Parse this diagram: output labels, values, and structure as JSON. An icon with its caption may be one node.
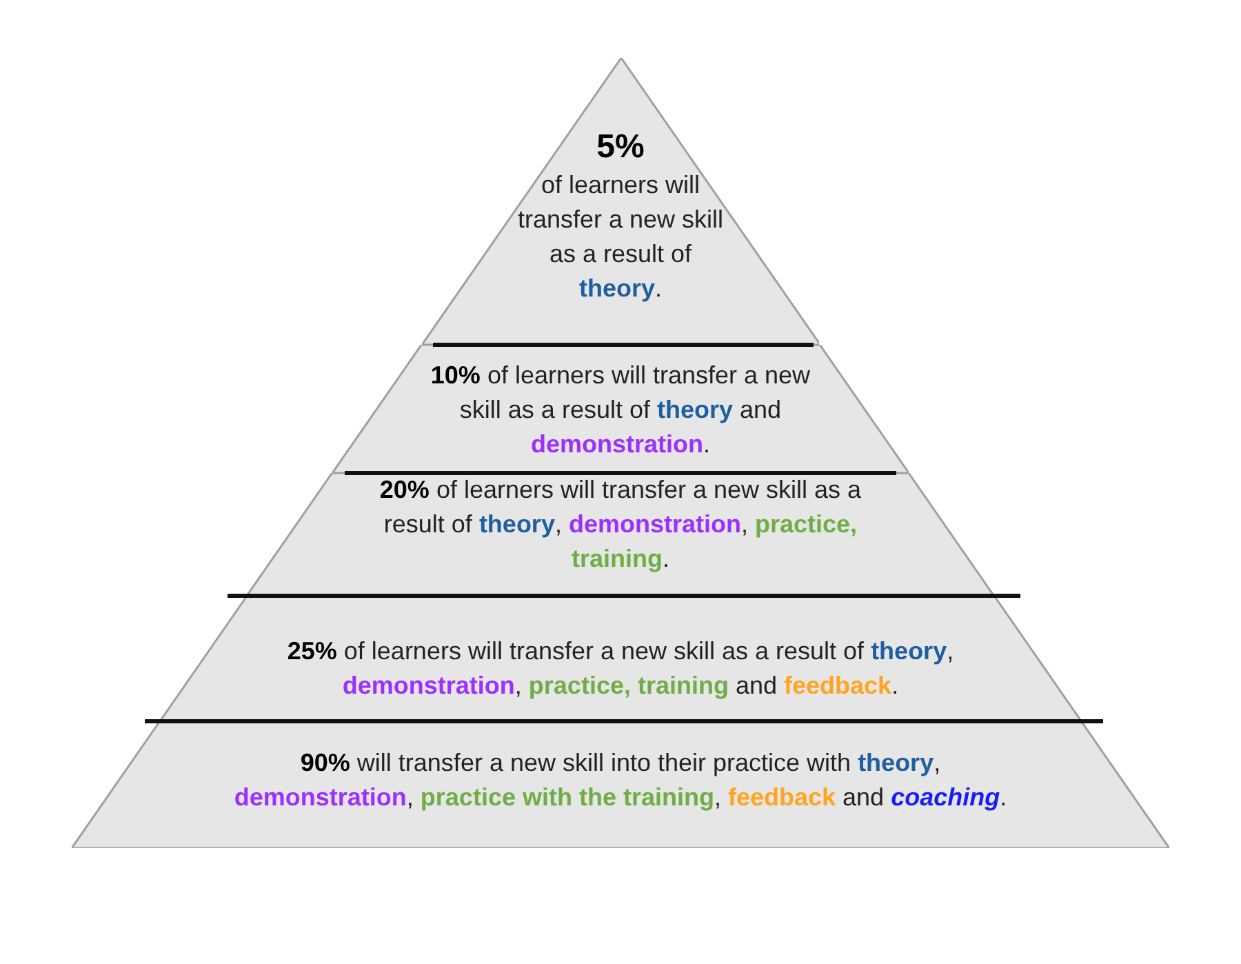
{
  "diagram": {
    "nodes": [
      {
        "text": [
          "**5%** of learners will transfer a new skill as a result of **theory**."
        ]
      },
      {
        "text": [
          "**10%** of learners will transfer a new skill as a result of **theory** and **demonstration**."
        ]
      },
      {
        "text": [
          "**20%** of learners will transfer a new skill as a result of **theory**, **demonstration**, **practice, training**."
        ]
      },
      {
        "text": [
          "**25%** of learners will transfer a new skill as a result of **theory**, **demonstration**, **practice, training** and **feedback**."
        ]
      },
      {
        "text": [
          "**90%** will transfer a new skill into their practice with **theory**, **demonstration**, **practice with the training**, **feedback** and **coaching**."
        ]
      }
    ]
  }
}
